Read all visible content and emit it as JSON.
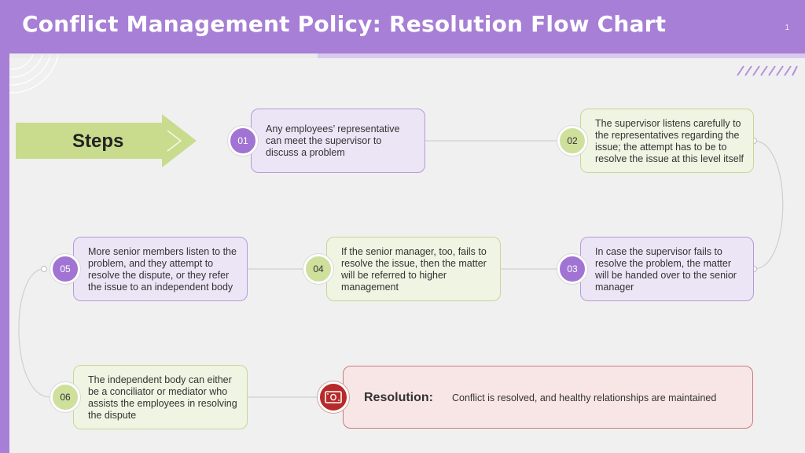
{
  "header": {
    "title": "Conflict Management Policy: Resolution Flow Chart",
    "page_number": "1"
  },
  "steps_label": "Steps",
  "colors": {
    "header": "#a77fd6",
    "purple_box": "#ece5f6",
    "green_box": "#f0f4e2",
    "resolution_box": "#f8e6e6",
    "resolution_icon": "#b82a2a"
  },
  "steps": [
    {
      "number": "01",
      "text": "Any employees’ representative can meet the supervisor to discuss a problem"
    },
    {
      "number": "02",
      "text": "The supervisor listens carefully to the representatives regarding the issue; the attempt has to be to resolve the issue at this level itself"
    },
    {
      "number": "03",
      "text": "In case the supervisor fails to resolve the problem, the matter will be handed over to the senior manager"
    },
    {
      "number": "04",
      "text": "If the senior manager, too, fails to resolve the issue, then the matter will be referred to higher management"
    },
    {
      "number": "05",
      "text": "More senior members listen to the problem, and they attempt to resolve the dispute, or they refer the issue to an independent body"
    },
    {
      "number": "06",
      "text": "The independent body can either be a conciliator or mediator who assists the employees in resolving the dispute"
    }
  ],
  "resolution": {
    "label": "Resolution:",
    "text": "Conflict is resolved, and healthy relationships are maintained",
    "icon": "money-bill-icon"
  }
}
